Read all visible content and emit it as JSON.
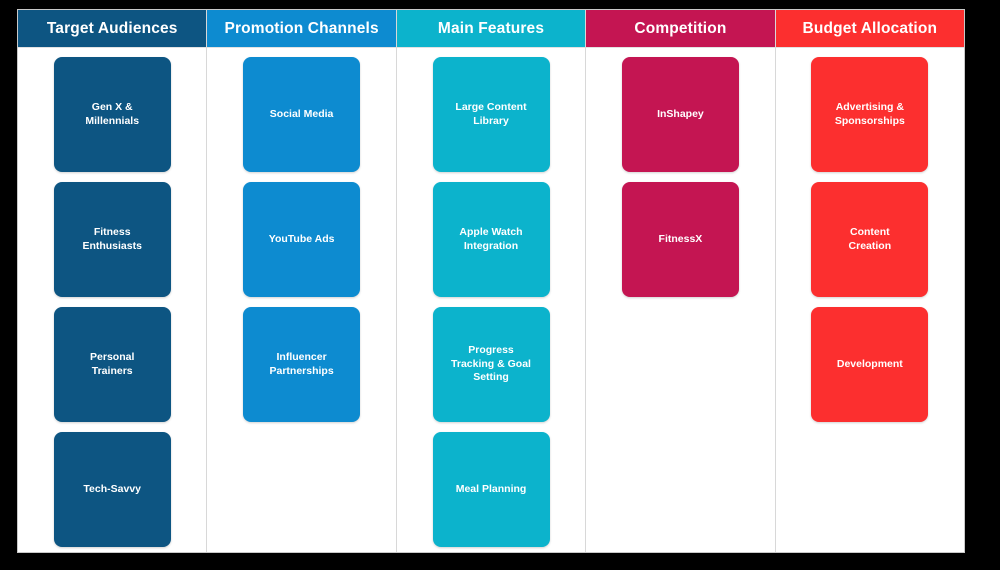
{
  "board": {
    "background": "#ffffff",
    "frame_color": "#000000",
    "divider_color": "#d8d8d8"
  },
  "columns": [
    {
      "id": "target-audiences",
      "title": "Target Audiences",
      "header_color": "#0d5582",
      "card_color": "#0d5582",
      "cards": [
        {
          "label": "Gen X &\nMillennials"
        },
        {
          "label": "Fitness\nEnthusiasts"
        },
        {
          "label": "Personal\nTrainers"
        },
        {
          "label": "Tech-Savvy"
        }
      ]
    },
    {
      "id": "promotion-channels",
      "title": "Promotion Channels",
      "header_color": "#0d8bd0",
      "card_color": "#0d8bd0",
      "cards": [
        {
          "label": "Social Media"
        },
        {
          "label": "YouTube Ads"
        },
        {
          "label": "Influencer\nPartnerships"
        }
      ]
    },
    {
      "id": "main-features",
      "title": "Main Features",
      "header_color": "#0cb3cc",
      "card_color": "#0cb3cc",
      "cards": [
        {
          "label": "Large Content\nLibrary"
        },
        {
          "label": "Apple Watch\nIntegration"
        },
        {
          "label": "Progress\nTracking & Goal\nSetting"
        },
        {
          "label": "Meal Planning"
        }
      ]
    },
    {
      "id": "competition",
      "title": "Competition",
      "header_color": "#c41552",
      "card_color": "#c41552",
      "cards": [
        {
          "label": "InShapey"
        },
        {
          "label": "FitnessX"
        }
      ]
    },
    {
      "id": "budget-allocation",
      "title": "Budget Allocation",
      "header_color": "#fc2f2f",
      "card_color": "#fc2f2f",
      "cards": [
        {
          "label": "Advertising &\nSponsorships"
        },
        {
          "label": "Content\nCreation"
        },
        {
          "label": "Development"
        }
      ]
    }
  ]
}
